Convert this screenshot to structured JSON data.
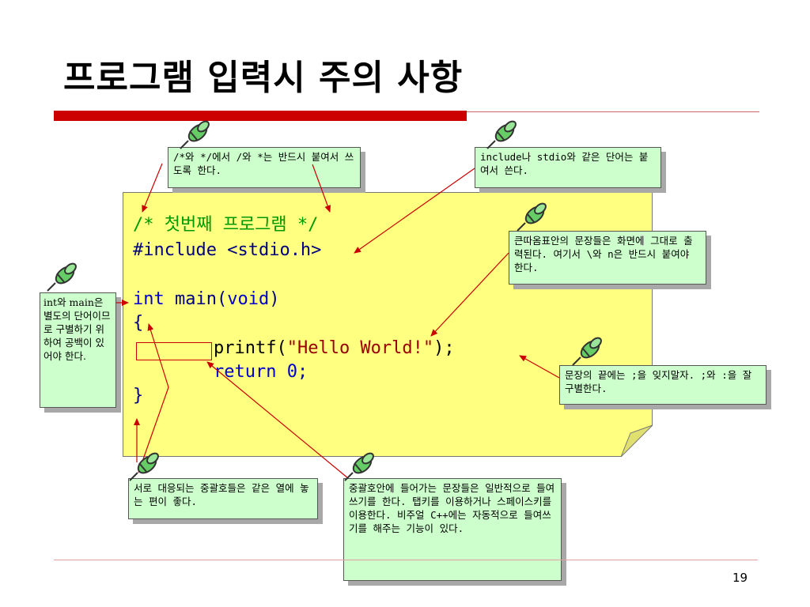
{
  "slide": {
    "title": "프로그램 입력시 주의 사항",
    "page_number": "19"
  },
  "code": {
    "line1": "/* 첫번째 프로그램 */",
    "line2_kw": "#include ",
    "line2_hdr": "<stdio.h>",
    "line3_type": "int",
    "line3_name": " main(",
    "line3_void": "void",
    "line3_close": ")",
    "line4": "{",
    "line5_fn": "printf(",
    "line5_str": "\"Hello World!\"",
    "line5_end": ");",
    "line6": "return 0;",
    "line7": "}"
  },
  "notes": {
    "comment": "/*와 */에서 /와 *는 반드시 붙여서 쓰도록 한다.",
    "include": "include나 stdio와 같은 단어는 붙여서 쓴다.",
    "quotes": "큰따옴표안의 문장들은 화면에 그대로 출력된다. 여기서 \\와 n은 반드시 붙여야 한다.",
    "intmain": "int와 main은 별도의 단어이므로 구별하기 위하여 공백이 있어야 한다.",
    "semicolon": "문장의 끝에는 ;을 잊지말자. ;와 :을 잘 구별한다.",
    "braces": "서로 대응되는 중괄호들은 같은 열에 놓는 편이 좋다.",
    "indent": "중괄호안에 들어가는 문장들은 일반적으로 들여쓰기를 한다. 탭키를 이용하거나 스페이스키를 이용한다. 비주얼 C++에는 자동적으로 들여쓰기를 해주는 기능이 있다."
  },
  "colors": {
    "accent_red": "#cc0000",
    "note_bg": "#ccffcc",
    "paper_bg": "#ffff80",
    "pin_green": "#66cc66"
  },
  "icons": [
    "pushpin-icon"
  ]
}
